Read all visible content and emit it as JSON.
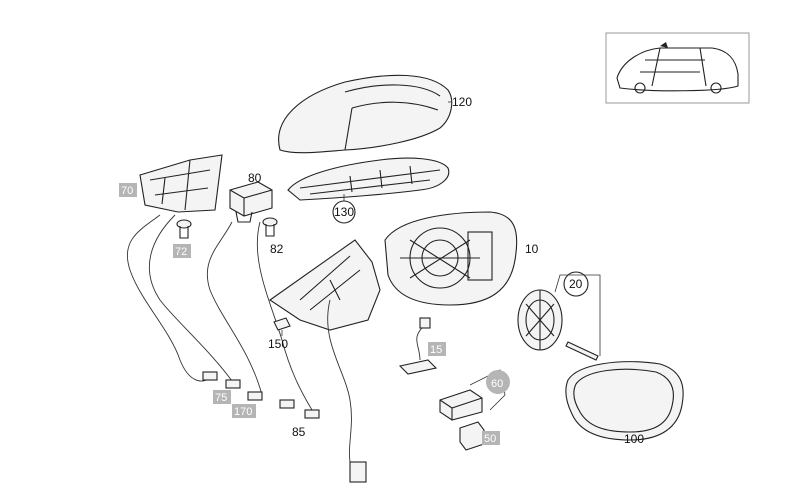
{
  "labels": {
    "p10": "10",
    "p20": "20",
    "p50": "50",
    "p60": "60",
    "p70": "70",
    "p72": "72",
    "p75": "75",
    "p80": "80",
    "p82": "82",
    "p85": "85",
    "p100": "100",
    "p120": "120",
    "p130": "130",
    "p150": "150",
    "p15": "15",
    "p170": "170"
  },
  "colors": {
    "line": "#222222",
    "gray_label_bg": "#b5b5b5",
    "inset_border": "#999999"
  }
}
